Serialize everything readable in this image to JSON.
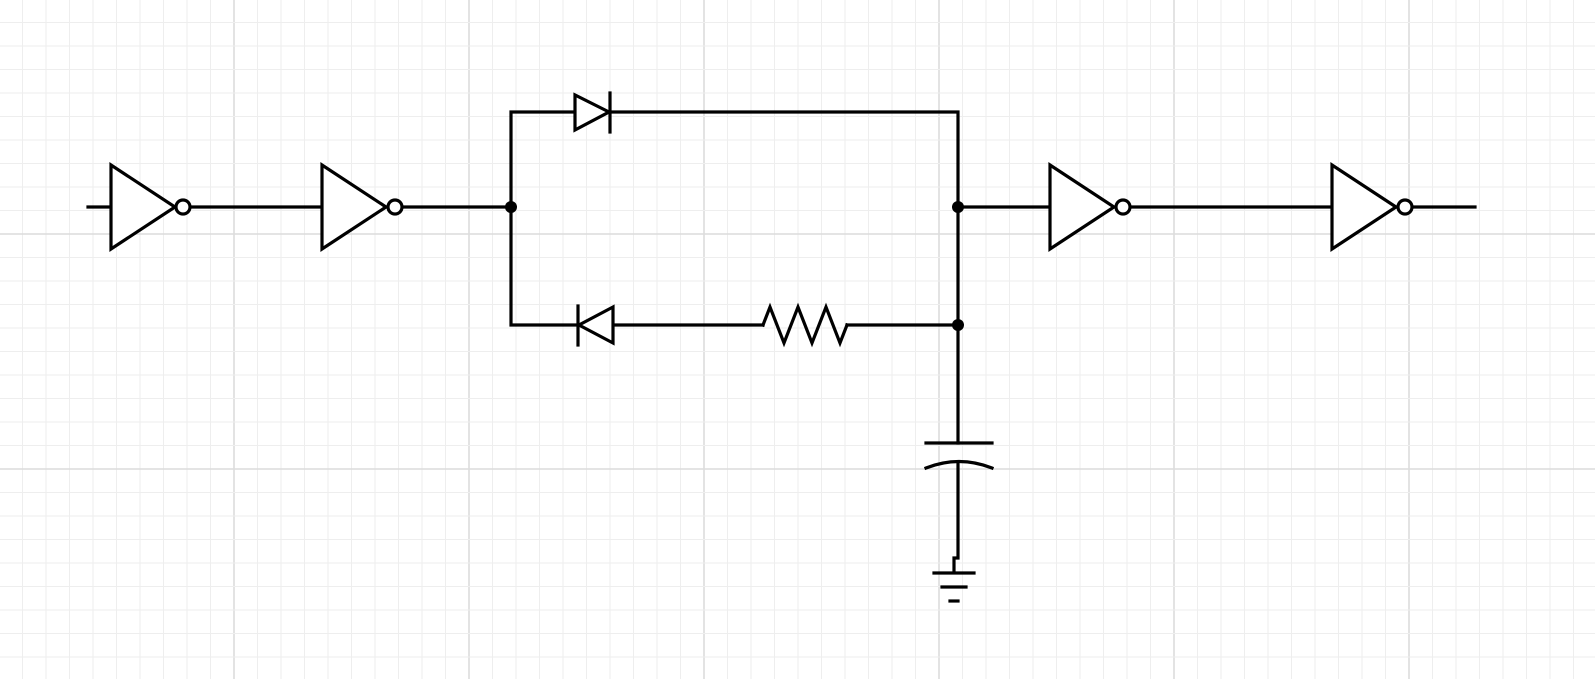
{
  "diagram": {
    "kind": "circuit-schematic",
    "background": "#ffffff",
    "grid": {
      "visible": true,
      "minor_color": "#eeeeee",
      "major_color": "#dcdcdc"
    },
    "stroke_color": "#000000",
    "components": [
      {
        "id": "inverter-1",
        "type": "inverter",
        "icon": "not-gate-icon"
      },
      {
        "id": "inverter-2",
        "type": "inverter",
        "icon": "not-gate-icon"
      },
      {
        "id": "diode-top",
        "type": "diode",
        "icon": "diode-icon"
      },
      {
        "id": "diode-bottom",
        "type": "diode",
        "icon": "diode-icon"
      },
      {
        "id": "resistor",
        "type": "resistor",
        "icon": "resistor-icon"
      },
      {
        "id": "capacitor",
        "type": "polarized-capacitor",
        "icon": "capacitor-icon"
      },
      {
        "id": "ground",
        "type": "ground",
        "icon": "ground-icon"
      },
      {
        "id": "inverter-3",
        "type": "inverter",
        "icon": "not-gate-icon"
      },
      {
        "id": "inverter-4",
        "type": "inverter",
        "icon": "not-gate-icon"
      }
    ]
  }
}
